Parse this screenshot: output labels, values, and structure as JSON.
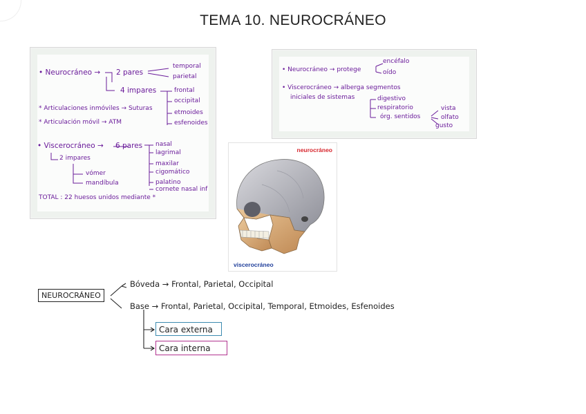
{
  "title": "TEMA 10. NEUROCRÁNEO",
  "left_note": {
    "neuro_label": "• Neurocráneo →",
    "pares": "2 pares",
    "temporal": "temporal",
    "parietal": "parietal",
    "impares": "4 impares",
    "frontal": "frontal",
    "occipital": "occipital",
    "etmoides": "etmoides",
    "esfenoides": "esfenoides",
    "art_inmoviles": "* Articulaciones inmóviles → Suturas",
    "art_movil": "* Articulación móvil → ATM",
    "viscero_label": "• Viscerocráneo →",
    "seis_pares": "6 pares",
    "nasal": "nasal",
    "lagrimal": "lagrimal",
    "maxilar": "maxilar",
    "cigomatico": "cigomático",
    "palatino": "palatino",
    "cornete": "cornete nasal inf",
    "dos_impares": "2 impares",
    "vomer": "vómer",
    "mandibula": "mandíbula",
    "total": "TOTAL : 22 huesos unidos mediante *"
  },
  "right_note": {
    "neuro": "• Neurocráneo → protege",
    "encefalo": "encéfalo",
    "oido": "oído",
    "viscero": "• Viscerocráneo → alberga segmentos",
    "iniciales": "iniciales de sistemas",
    "digestivo": "digestivo",
    "respiratorio": "respiratorio",
    "org_sentidos": "órg. sentidos",
    "vista": "vista",
    "olfato": "olfato",
    "gusto": "gusto"
  },
  "skull": {
    "top_label": "neurocráneo",
    "bottom_label": "viscerocráneo"
  },
  "bottom": {
    "box_label": "NEUROCRÁNEO",
    "boveda": "Bóveda → Frontal, Parietal, Occipital",
    "base": "Base → Frontal, Parietal, Occipital, Temporal, Etmoides, Esfenoides",
    "cara_externa": "Cara externa",
    "cara_interna": "Cara interna"
  },
  "colors": {
    "ink_purple": "#6a1b9a",
    "cara_externa_border": "#3c8bb0",
    "cara_interna_border": "#b1338f",
    "skull_top_label": "#d7262d",
    "skull_bottom_label": "#1f3e9a"
  }
}
